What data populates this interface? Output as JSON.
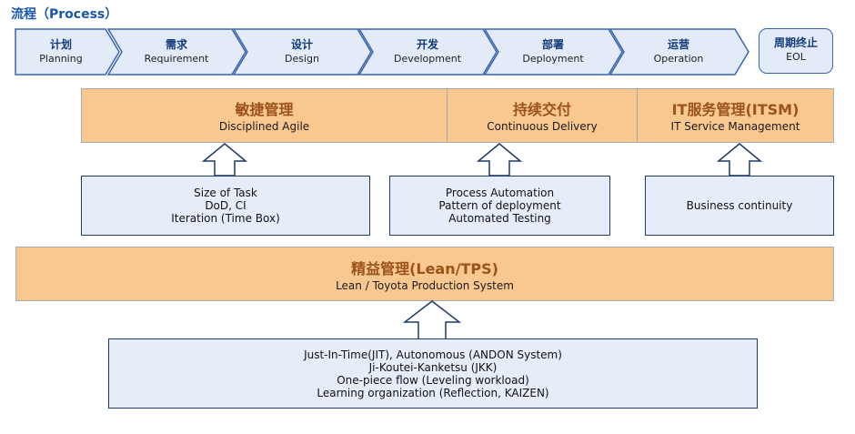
{
  "title": "流程（Process）",
  "process": {
    "stages": [
      {
        "zh": "计划",
        "en": "Planning"
      },
      {
        "zh": "需求",
        "en": "Requirement"
      },
      {
        "zh": "设计",
        "en": "Design"
      },
      {
        "zh": "开发",
        "en": "Development"
      },
      {
        "zh": "部署",
        "en": "Deployment"
      },
      {
        "zh": "运营",
        "en": "Operation"
      }
    ],
    "eol": {
      "zh": "周期终止",
      "en": "EOL"
    }
  },
  "practices": {
    "agile": {
      "zh": "敏捷管理",
      "en": "Disciplined Agile"
    },
    "cd": {
      "zh": "持续交付",
      "en": "Continuous Delivery"
    },
    "itsm": {
      "zh": "IT服务管理(ITSM)",
      "en": "IT Service Management"
    }
  },
  "practice_details": {
    "agile": [
      "Size of Task",
      "DoD, CI",
      "Iteration (Time Box)"
    ],
    "cd": [
      "Process Automation",
      "Pattern of deployment",
      "Automated Testing"
    ],
    "itsm": [
      "Business continuity"
    ]
  },
  "lean": {
    "zh": "精益管理(Lean/TPS)",
    "en": "Lean / Toyota Production System"
  },
  "lean_details": [
    "Just-In-Time(JIT), Autonomous (ANDON System)",
    "Ji-Koutei-Kanketsu (JKK)",
    "One-piece flow (Leveling workload)",
    "Learning organization (Reflection, KAIZEN)"
  ],
  "colors": {
    "accent": "#1a56b0",
    "chevron_fill": "#e2ebf7",
    "chevron_border": "#3a66b0",
    "orange_fill": "#f9c890",
    "orange_text": "#9a5318",
    "detail_fill": "#e6edf8",
    "detail_border": "#1f3a6b"
  }
}
